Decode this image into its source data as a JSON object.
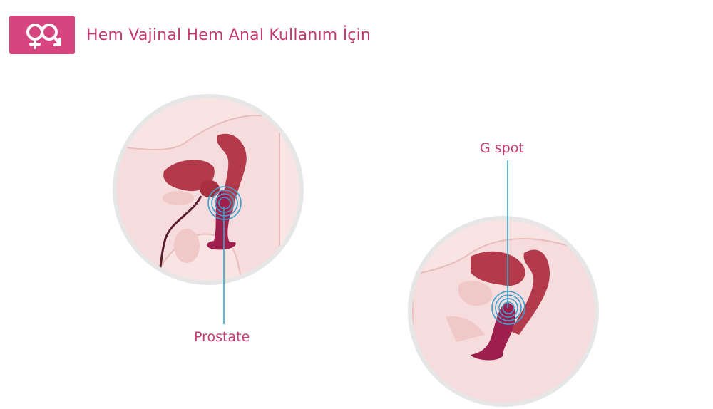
{
  "header": {
    "title": "Hem Vajinal Hem Anal Kullanım İçin",
    "icon": "gender-symbols-icon",
    "badge_color": "#d6457f",
    "title_color": "#c23a6f"
  },
  "diagrams": {
    "male": {
      "label": "Prostate"
    },
    "female": {
      "label": "G spot"
    }
  },
  "colors": {
    "circle_border": "#e6e6e6",
    "skin": "#f9e4e4",
    "organ": "#b33a4a",
    "organ_light": "#f0c8c8",
    "toy": "#9e1f4e",
    "pointer_line": "#35a9c7",
    "label_text": "#c23a6f"
  }
}
